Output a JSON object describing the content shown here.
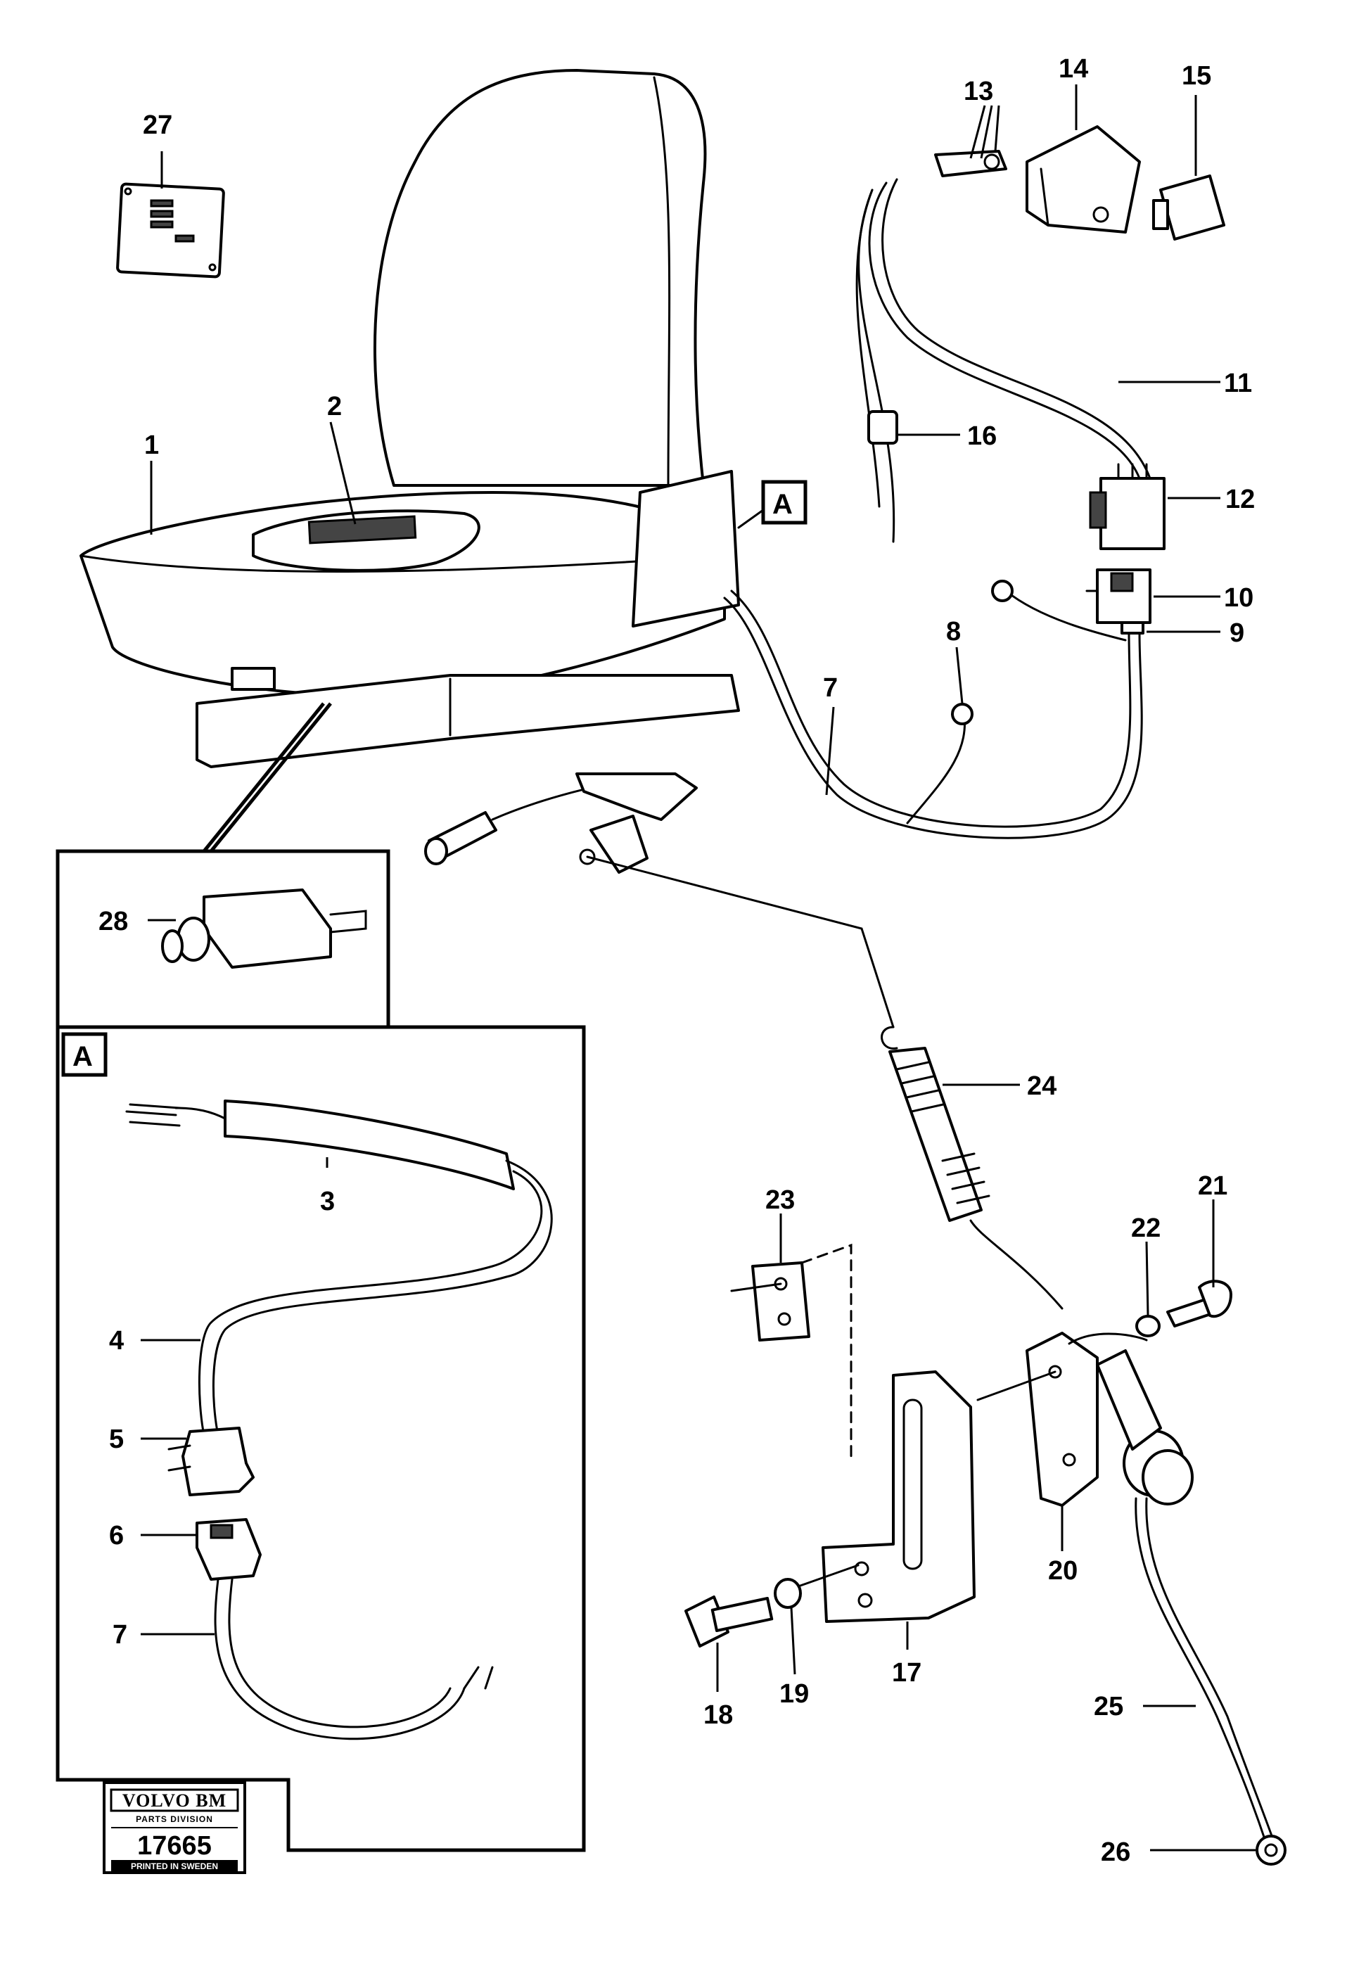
{
  "callouts": [
    {
      "id": "1",
      "label": "1"
    },
    {
      "id": "2",
      "label": "2"
    },
    {
      "id": "3",
      "label": "3"
    },
    {
      "id": "4",
      "label": "4"
    },
    {
      "id": "5",
      "label": "5"
    },
    {
      "id": "6",
      "label": "6"
    },
    {
      "id": "7a",
      "label": "7"
    },
    {
      "id": "7b",
      "label": "7"
    },
    {
      "id": "8",
      "label": "8"
    },
    {
      "id": "9",
      "label": "9"
    },
    {
      "id": "10",
      "label": "10"
    },
    {
      "id": "11",
      "label": "11"
    },
    {
      "id": "12",
      "label": "12"
    },
    {
      "id": "13",
      "label": "13"
    },
    {
      "id": "14",
      "label": "14"
    },
    {
      "id": "15",
      "label": "15"
    },
    {
      "id": "16",
      "label": "16"
    },
    {
      "id": "17",
      "label": "17"
    },
    {
      "id": "18",
      "label": "18"
    },
    {
      "id": "19",
      "label": "19"
    },
    {
      "id": "20",
      "label": "20"
    },
    {
      "id": "21",
      "label": "21"
    },
    {
      "id": "22",
      "label": "22"
    },
    {
      "id": "23",
      "label": "23"
    },
    {
      "id": "24",
      "label": "24"
    },
    {
      "id": "25",
      "label": "25"
    },
    {
      "id": "26",
      "label": "26"
    },
    {
      "id": "27",
      "label": "27"
    },
    {
      "id": "28",
      "label": "28"
    }
  ],
  "section_marker": "A",
  "inset_marker": "A",
  "stamp": {
    "brand": "VOLVO BM",
    "division": "PARTS DIVISION",
    "number": "17665",
    "printed": "PRINTED IN SWEDEN"
  }
}
